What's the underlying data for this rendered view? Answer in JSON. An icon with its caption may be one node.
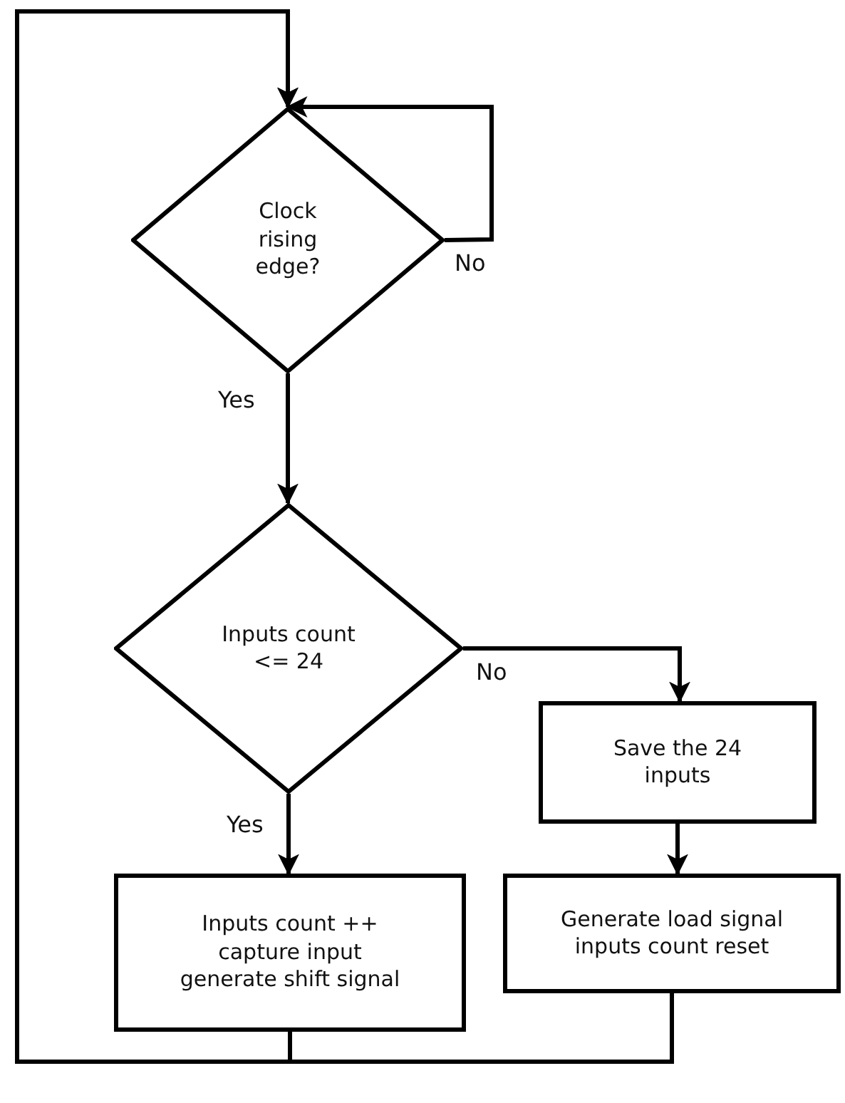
{
  "diagram": {
    "nodes": [
      {
        "text": [
          "Clock rising edge?"
        ]
      },
      {
        "text": [
          "Inputs count <= 24"
        ]
      },
      {
        "text": [
          "Save the 24 inputs"
        ]
      },
      {
        "text": [
          "Inputs count ++ capture input generate shift signal"
        ]
      },
      {
        "text": [
          "Generate load signal inputs count reset"
        ]
      }
    ],
    "edges": [
      {
        "from": 0,
        "to": 0,
        "arrow": "to",
        "label": "No"
      },
      {
        "from": 0,
        "to": 1,
        "arrow": "to",
        "label": "Yes"
      },
      {
        "from": 1,
        "to": 2,
        "arrow": "to",
        "label": "No"
      },
      {
        "from": 1,
        "to": 3,
        "arrow": "to",
        "label": "Yes"
      },
      {
        "from": 2,
        "to": 4,
        "arrow": "to"
      },
      {
        "from": 3,
        "to": 0,
        "arrow": "to"
      },
      {
        "from": 4,
        "to": 0,
        "arrow": "to"
      }
    ]
  }
}
